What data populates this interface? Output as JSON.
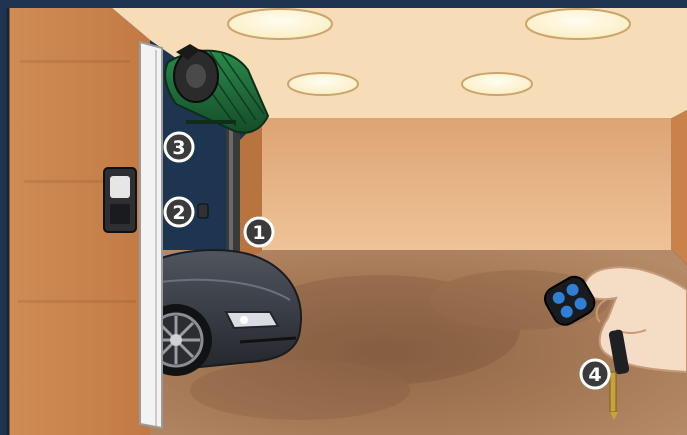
{
  "markers": [
    {
      "id": "marker-1",
      "label": "1"
    },
    {
      "id": "marker-2",
      "label": "2"
    },
    {
      "id": "marker-3",
      "label": "3"
    },
    {
      "id": "marker-4",
      "label": "4"
    }
  ],
  "colors": {
    "background_frame": "#1d3550",
    "wall": "#c9814a",
    "ceiling": "#f6ddb7",
    "back_wall": "#e9b583",
    "floor": "#a77a58",
    "roller_shutter": "#1f6b3a",
    "car_body": "#3c4048",
    "remote_button": "#2f7fd6",
    "badge": "#3b3b3b"
  }
}
